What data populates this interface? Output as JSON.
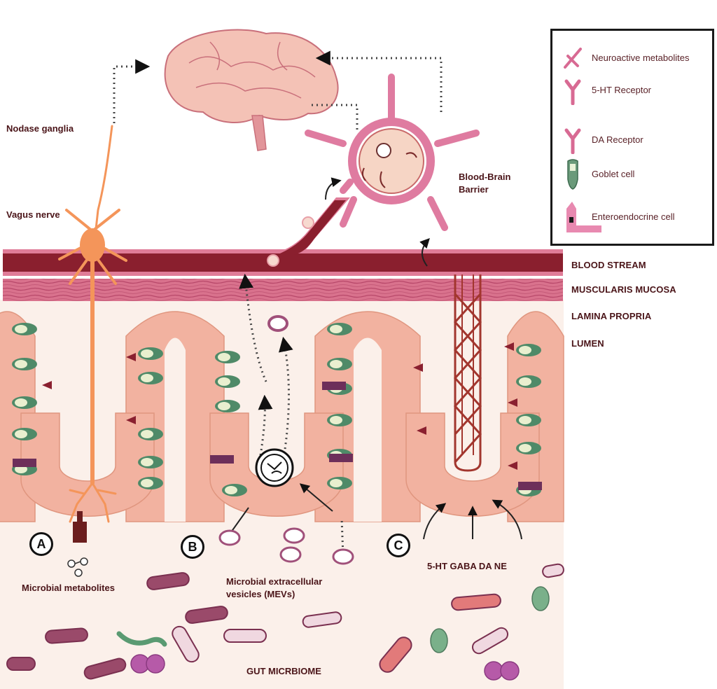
{
  "labels": {
    "nodose_ganglia": "Nodase ganglia",
    "vagus_nerve": "Vagus nerve",
    "bbb_line1": "Blood-Brain",
    "bbb_line2": "Barrier",
    "microbial_metabolites": "Microbial metabolites",
    "mevs_line1": "Microbial extracellular",
    "mevs_line2": "vesicles (MEVs)",
    "neurotransmitters": "5-HT GABA DA NE",
    "gut_microbiome": "GUT MICRBIOME"
  },
  "layers": [
    {
      "id": "blood-stream",
      "label": "BLOOD STREAM"
    },
    {
      "id": "muscularis-mucosa",
      "label": "MUSCULARIS MUCOSA"
    },
    {
      "id": "lamina-propria",
      "label": "LAMINA PROPRIA"
    },
    {
      "id": "lumen",
      "label": "LUMEN"
    }
  ],
  "pathways": [
    {
      "id": "A",
      "label": "A"
    },
    {
      "id": "B",
      "label": "B"
    },
    {
      "id": "C",
      "label": "C"
    }
  ],
  "legend": {
    "items": [
      {
        "icon": "neuroactive-metabolite-icon",
        "label": "Neuroactive metabolites"
      },
      {
        "icon": "5ht-receptor-icon",
        "label": "5-HT Receptor"
      },
      {
        "icon": "da-receptor-icon",
        "label": "DA Receptor"
      },
      {
        "icon": "goblet-cell-icon",
        "label": "Goblet cell"
      },
      {
        "icon": "enteroendocrine-cell-icon",
        "label": "Enteroendocrine cell"
      }
    ]
  },
  "colors": {
    "blood": "#8a1f2e",
    "vessel_pink": "#d9708f",
    "muscularis": "#d56b88",
    "epithelium": "#f2b2a0",
    "goblet": "#4f8a68",
    "neuron": "#f4955a",
    "lumen_bg": "#fbf0ea",
    "text": "#4a1418"
  }
}
